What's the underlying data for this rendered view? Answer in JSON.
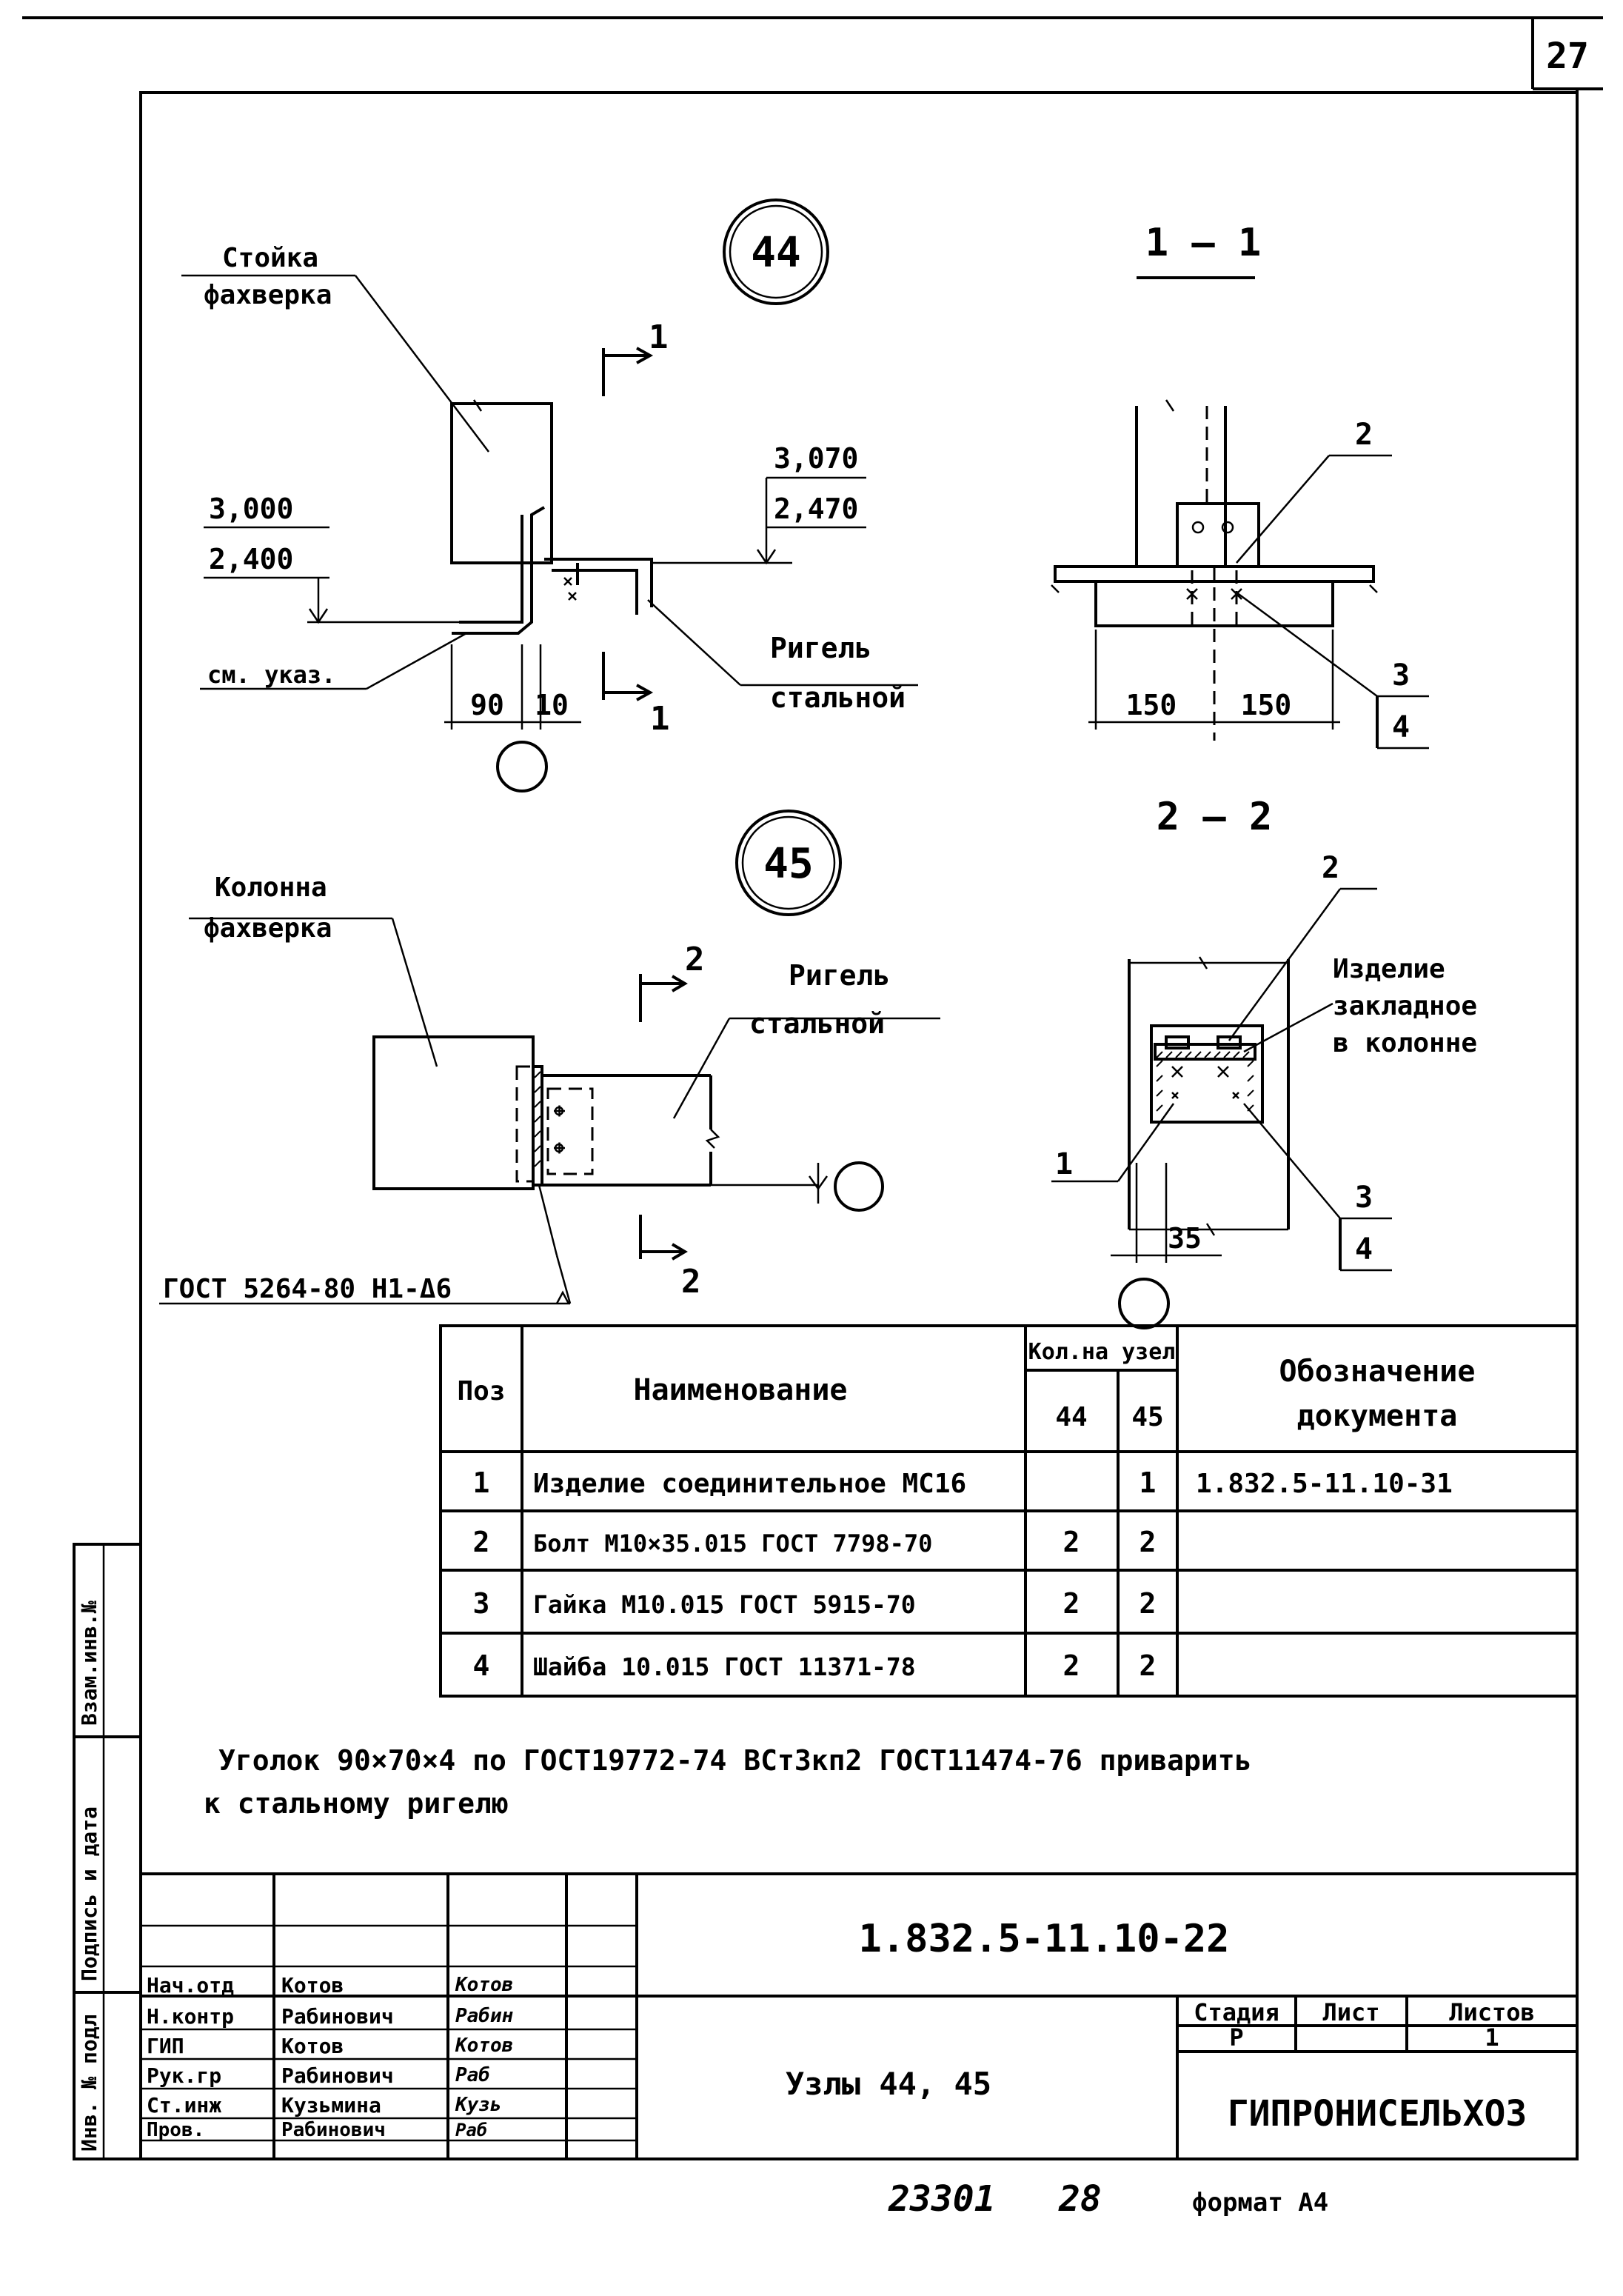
{
  "sheet": {
    "page_number": "27",
    "stamp_number": "23301",
    "copy_number": "28",
    "format": "формат А4"
  },
  "node44": {
    "node_label": "44",
    "section_mark": "1",
    "section_title": "1 – 1",
    "post_label_1": "Стойка",
    "post_label_2": "фахверка",
    "elev_left_1": "3,000",
    "elev_left_2": "2,400",
    "elev_right_1": "3,070",
    "elev_right_2": "2,470",
    "see_note": "см. указ.",
    "beam_label_1": "Ригель",
    "beam_label_2": "стальной",
    "dim_90": "90",
    "dim_10": "10",
    "sec_dim_1": "150",
    "sec_dim_2": "150",
    "callout_2": "2",
    "callout_3": "3",
    "callout_4": "4"
  },
  "node45": {
    "node_label": "45",
    "section_mark": "2",
    "section_title": "2 – 2",
    "column_label_1": "Колонна",
    "column_label_2": "фахверка",
    "beam_label_1": "Ригель",
    "beam_label_2": "стальной",
    "weld_note": "ГОСТ 5264-80 Н1-Δ6",
    "embed_label_1": "Изделие",
    "embed_label_2": "закладное",
    "embed_label_3": "в колонне",
    "callout_1": "1",
    "callout_2": "2",
    "callout_3": "3",
    "callout_4": "4",
    "dim_35": "35"
  },
  "spec_table": {
    "headers": {
      "pos": "Поз",
      "name": "Наименование",
      "qty": "Кол.на узел",
      "qty_44": "44",
      "qty_45": "45",
      "doc_1": "Обозначение",
      "doc_2": "документа"
    },
    "rows": [
      {
        "pos": "1",
        "name": "Изделие соединительное МС16",
        "q44": "",
        "q45": "1",
        "doc": "1.832.5-11.10-31"
      },
      {
        "pos": "2",
        "name": "Болт М10×35.015 ГОСТ 7798-70",
        "q44": "2",
        "q45": "2",
        "doc": ""
      },
      {
        "pos": "3",
        "name": "Гайка М10.015 ГОСТ 5915-70",
        "q44": "2",
        "q45": "2",
        "doc": ""
      },
      {
        "pos": "4",
        "name": "Шайба 10.015 ГОСТ 11371-78",
        "q44": "2",
        "q45": "2",
        "doc": ""
      }
    ]
  },
  "note": {
    "line_1": "Уголок 90×70×4 по ГОСТ19772-74 ВСт3кп2 ГОСТ11474-76 приварить",
    "line_2": "к стальному ригелю"
  },
  "side_stamp": {
    "box_1": "Взам.инв.№",
    "box_2": "Подпись и дата",
    "box_3": "Инв. № подл"
  },
  "title_block": {
    "doc_code": "1.832.5-11.10-22",
    "title": "Узлы 44, 45",
    "organization": "ГИПРОНИСЕЛЬХОЗ",
    "stage_header": "Стадия",
    "sheet_header": "Лист",
    "sheets_header": "Листов",
    "stage": "Р",
    "sheet": "",
    "sheets": "1",
    "staff": [
      {
        "role": "Нач.отд",
        "name": "Котов",
        "sign": "Котов"
      },
      {
        "role": "Н.контр",
        "name": "Рабинович",
        "sign": "Рабин"
      },
      {
        "role": "ГИП",
        "name": "Котов",
        "sign": "Котов"
      },
      {
        "role": "Рук.гр",
        "name": "Рабинович",
        "sign": "Раб"
      },
      {
        "role": "Ст.инж",
        "name": "Кузьмина",
        "sign": "Кузь"
      },
      {
        "role": "Пров.",
        "name": "Рабинович",
        "sign": "Раб"
      }
    ]
  }
}
